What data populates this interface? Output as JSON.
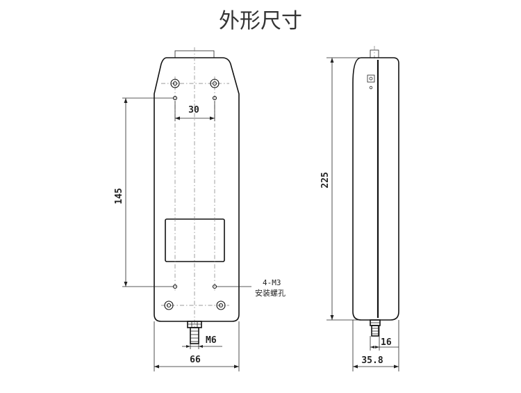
{
  "title": "外形尺寸",
  "front_view": {
    "dim_hole_spacing": "30",
    "dim_hole_height": "145",
    "dim_width": "66",
    "dim_thread": "M6",
    "hole_callout": "4-M3",
    "hole_callout_desc": "安装螺孔"
  },
  "side_view": {
    "dim_length": "225",
    "dim_connector": "16",
    "dim_depth": "35.8"
  }
}
